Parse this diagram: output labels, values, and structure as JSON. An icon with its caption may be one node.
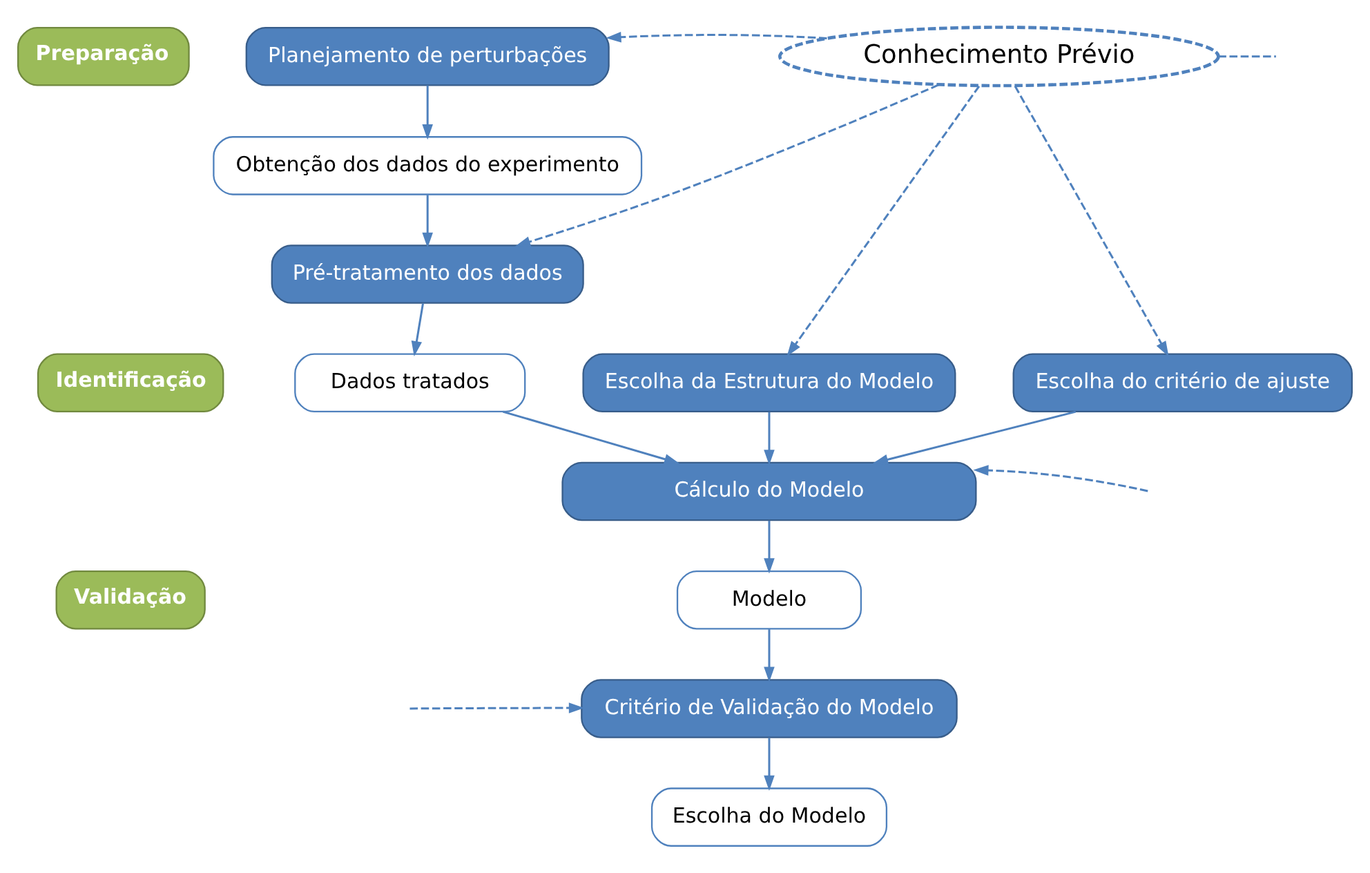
{
  "diagram": {
    "nodes": [
      {
        "text": [
          "Preparação"
        ]
      },
      {
        "text": [
          "Identificação"
        ]
      },
      {
        "text": [
          "Validação"
        ]
      },
      {
        "text": [
          "Planejamento de perturbações"
        ]
      },
      {
        "text": [
          "Obtenção dos dados do experimento"
        ]
      },
      {
        "text": [
          "Pré-tratamento dos dados"
        ]
      },
      {
        "text": [
          "Conhecimento Prévio"
        ]
      },
      {
        "text": [
          "Dados tratados"
        ]
      },
      {
        "text": [
          "Escolha da Estrutura do Modelo"
        ]
      },
      {
        "text": [
          "Escolha do critério de ajuste"
        ]
      },
      {
        "text": [
          "Cálculo do Modelo"
        ]
      },
      {
        "text": [
          "Modelo"
        ]
      },
      {
        "text": [
          "Critério de Validação do Modelo"
        ]
      },
      {
        "text": [
          "Escolha do Modelo"
        ]
      }
    ],
    "edges": [
      {
        "from": 3,
        "to": 4,
        "arrow": "to"
      },
      {
        "from": 4,
        "to": 5,
        "arrow": "to"
      },
      {
        "from": 5,
        "to": 7,
        "arrow": "to"
      },
      {
        "from": 6,
        "to": 3,
        "arrow": "to",
        "style": "dashed"
      },
      {
        "from": 6,
        "to": 5,
        "arrow": "to",
        "style": "dashed"
      },
      {
        "from": 6,
        "to": 8,
        "arrow": "to",
        "style": "dashed"
      },
      {
        "from": 6,
        "to": 9,
        "arrow": "to",
        "style": "dashed"
      },
      {
        "from": 6,
        "to": null,
        "arrow": "none",
        "style": "dashed"
      },
      {
        "from": 7,
        "to": 10,
        "arrow": "to"
      },
      {
        "from": 8,
        "to": 10,
        "arrow": "to"
      },
      {
        "from": 9,
        "to": 10,
        "arrow": "to"
      },
      {
        "from": null,
        "to": 10,
        "arrow": "to",
        "style": "dashed"
      },
      {
        "from": 10,
        "to": 11,
        "arrow": "to"
      },
      {
        "from": 11,
        "to": 12,
        "arrow": "to"
      },
      {
        "from": null,
        "to": 12,
        "arrow": "to",
        "style": "dashed"
      },
      {
        "from": 12,
        "to": 13,
        "arrow": "to"
      }
    ]
  }
}
